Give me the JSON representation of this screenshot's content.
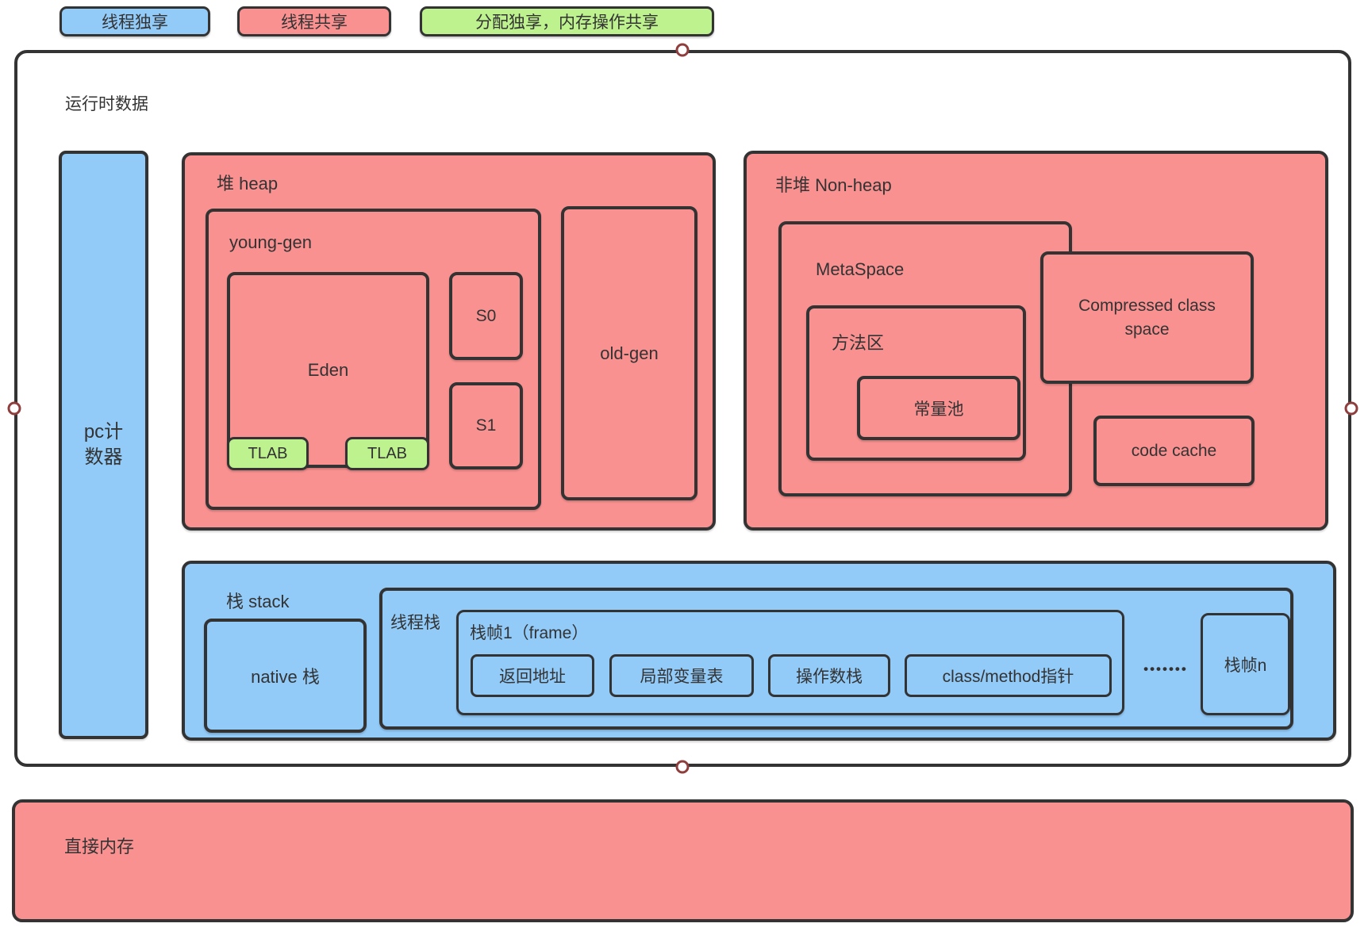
{
  "colors": {
    "thread_exclusive_blue": "#92CAF8",
    "thread_shared_pink": "#FA9191",
    "alloc_shared_green": "#BDF28F",
    "border_dark": "#333333",
    "connector_ring_red": "#8F3E3E"
  },
  "legend": {
    "items": [
      {
        "label": "线程独享"
      },
      {
        "label": "线程共享"
      },
      {
        "label": "分配独享，内存操作共享"
      }
    ]
  },
  "runtime_area": {
    "title": "运行时数据",
    "pc_counter": {
      "line1": "pc计",
      "line2": "数器"
    },
    "heap": {
      "title": "堆 heap",
      "young_gen": {
        "title": "young-gen",
        "eden_label": "Eden",
        "tlab_labels": [
          "TLAB",
          "TLAB"
        ],
        "s0_label": "S0",
        "s1_label": "S1"
      },
      "old_gen_label": "old-gen"
    },
    "non_heap": {
      "title": "非堆 Non-heap",
      "metaspace": {
        "title": "MetaSpace",
        "method_area": {
          "title": "方法区",
          "constant_pool_label": "常量池"
        }
      },
      "compressed_class_space_label": "Compressed class space",
      "code_cache_label": "code cache"
    },
    "stack": {
      "title": "栈 stack",
      "native_stack_label": "native 栈",
      "thread_stack": {
        "title": "线程栈",
        "frame1": {
          "title": "栈帧1（frame）",
          "slots": [
            "返回地址",
            "局部变量表",
            "操作数栈",
            "class/method指针"
          ]
        },
        "ellipsis": "•••••••",
        "frame_n_label": "栈帧n"
      }
    }
  },
  "direct_memory": {
    "title": "直接内存"
  }
}
